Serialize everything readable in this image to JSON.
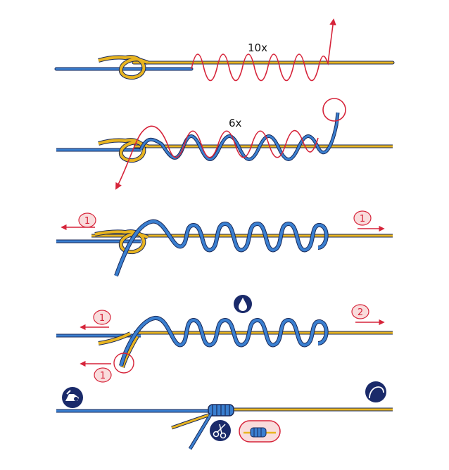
{
  "colors": {
    "blue_line": "#3a7fd0",
    "yellow_line": "#e8b420",
    "red_line": "#d6243a",
    "outline": "#1a2a5a",
    "badge_bg": "#f9dcdc",
    "badge_stroke": "#d6243a",
    "icon_bg": "#1a2a6a"
  },
  "steps": [
    {
      "id": 1,
      "wrap_count_label": "10x"
    },
    {
      "id": 2,
      "wrap_count_label": "6x"
    },
    {
      "id": 3,
      "pull_left_number": "1",
      "pull_right_number": "1"
    },
    {
      "id": 4,
      "pull_left_number": "1",
      "pull_right_number": "2",
      "tag_end_number": "1"
    },
    {
      "id": 5
    }
  ],
  "icons": {
    "moisten": "water-drop-icon",
    "reel": "fishing-reel-icon",
    "hook": "fishing-hook-icon",
    "trim": "scissors-icon",
    "finished_knot": "finished-knot-icon"
  }
}
